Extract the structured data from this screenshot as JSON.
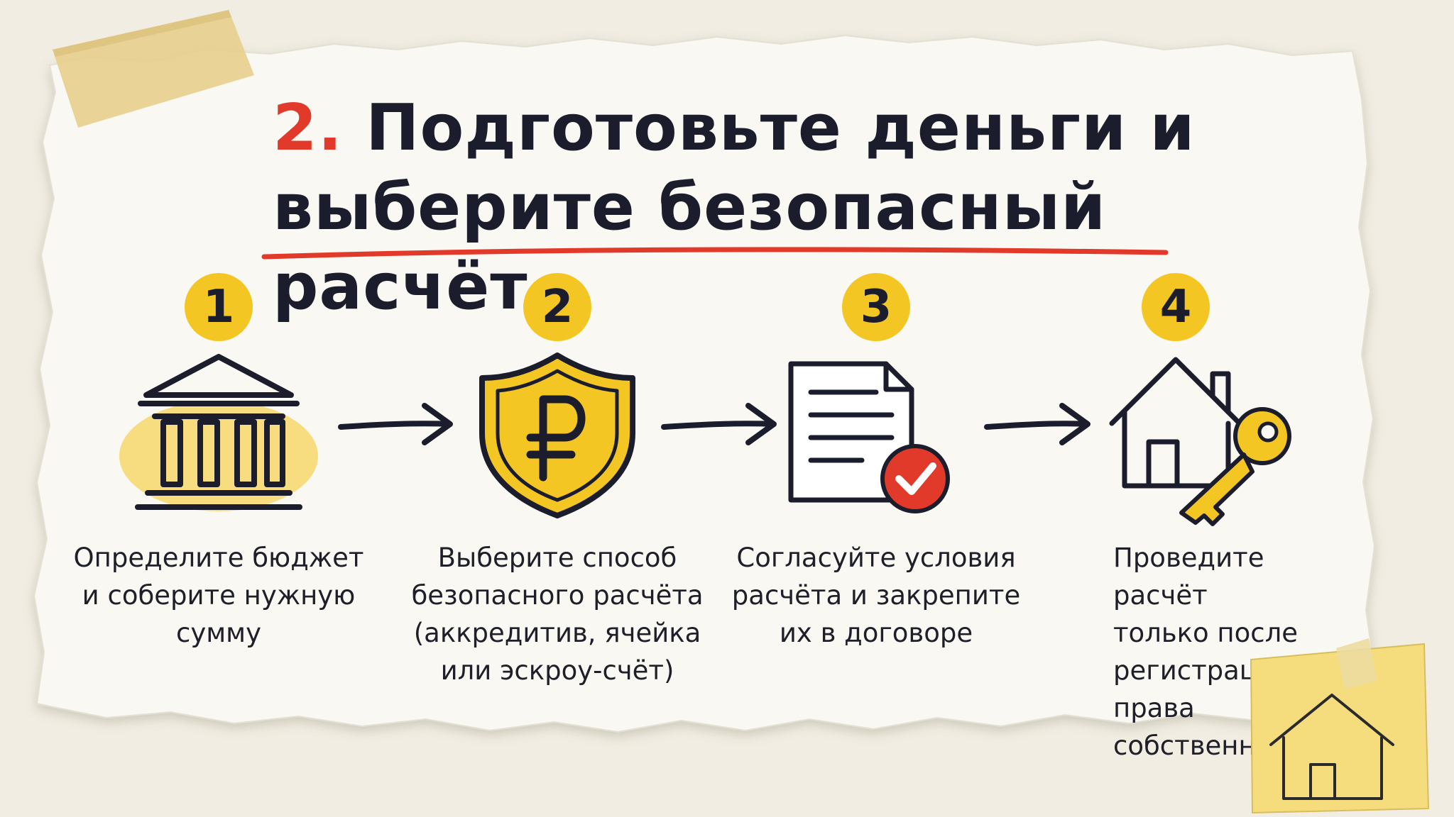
{
  "title": {
    "number": "2.",
    "line1": " Подготовьте деньги и",
    "line2": "выберите безопасный расчёт"
  },
  "steps": [
    {
      "number": "1",
      "icon": "bank-icon",
      "text": "Определите бюджет\nи соберите нужную\nсумму"
    },
    {
      "number": "2",
      "icon": "ruble-shield-icon",
      "text": "Выберите способ\nбезопасного расчёта\n(аккредитив, ячейка\nили эскроу-счёт)"
    },
    {
      "number": "3",
      "icon": "contract-check-icon",
      "text": "Согласуйте условия\nрасчёта и закрепите\nих в договоре"
    },
    {
      "number": "4",
      "icon": "house-key-icon",
      "text": "Проведите расчёт\nтолько после\nрегистрации права\nсобственности"
    }
  ],
  "colors": {
    "accent_red": "#e23a2a",
    "badge_yellow": "#f3c623",
    "ink": "#1b1d2c",
    "paper": "#f9f8f3",
    "background": "#f1ede2"
  }
}
